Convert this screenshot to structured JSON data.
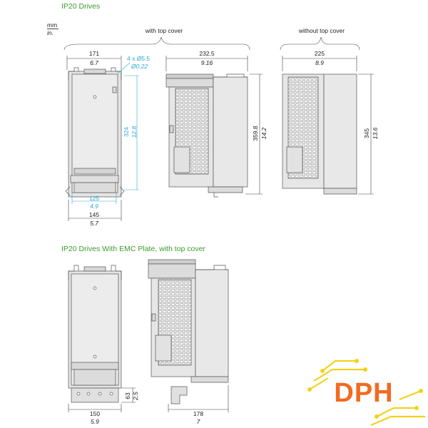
{
  "headers": {
    "section1": "IP20 Drives",
    "section2": "IP20 Drives With EMC Plate, with top cover"
  },
  "units": {
    "mm": "mm",
    "in": "in."
  },
  "labels": {
    "with_top_cover": "with top cover",
    "without_top_cover": "without top cover"
  },
  "dims": {
    "front_width_mm": "171",
    "front_width_in": "6.7",
    "holes_mm": "4 x Ø5.5",
    "holes_in": "Ø0.22",
    "side_depth_mm": "232.5",
    "side_depth_in": "9.16",
    "front_holes_h_mm": "324",
    "front_holes_h_in": "12.8",
    "side_height_mm": "359.8",
    "side_height_in": "14.2",
    "front_holes_w_mm": "125",
    "front_holes_w_in": "4.9",
    "front_base_mm": "145",
    "front_base_in": "5.7",
    "nocover_depth_mm": "225",
    "nocover_depth_in": "8.9",
    "nocover_height_mm": "345",
    "nocover_height_in": "13.6",
    "emc_plate_h_mm": "63",
    "emc_plate_h_in": "2.5",
    "emc_width_mm": "150",
    "emc_width_in": "5.9",
    "emc_depth_mm": "178",
    "emc_depth_in": "7"
  },
  "colors": {
    "header": "#3c9a2c",
    "dim_blue": "#2aa7d6",
    "logo_orange": "#f26a21",
    "logo_yellow": "#f2d21c"
  },
  "logo": {
    "text": "DPH"
  }
}
